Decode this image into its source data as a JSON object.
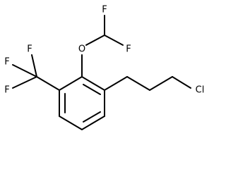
{
  "atoms": {
    "f_chf2_left": "F",
    "f_chf2_right": "F",
    "o_ether": "O",
    "f_cf3_top": "F",
    "f_cf3_mid": "F",
    "f_cf3_bottom": "F",
    "cl": "Cl"
  }
}
